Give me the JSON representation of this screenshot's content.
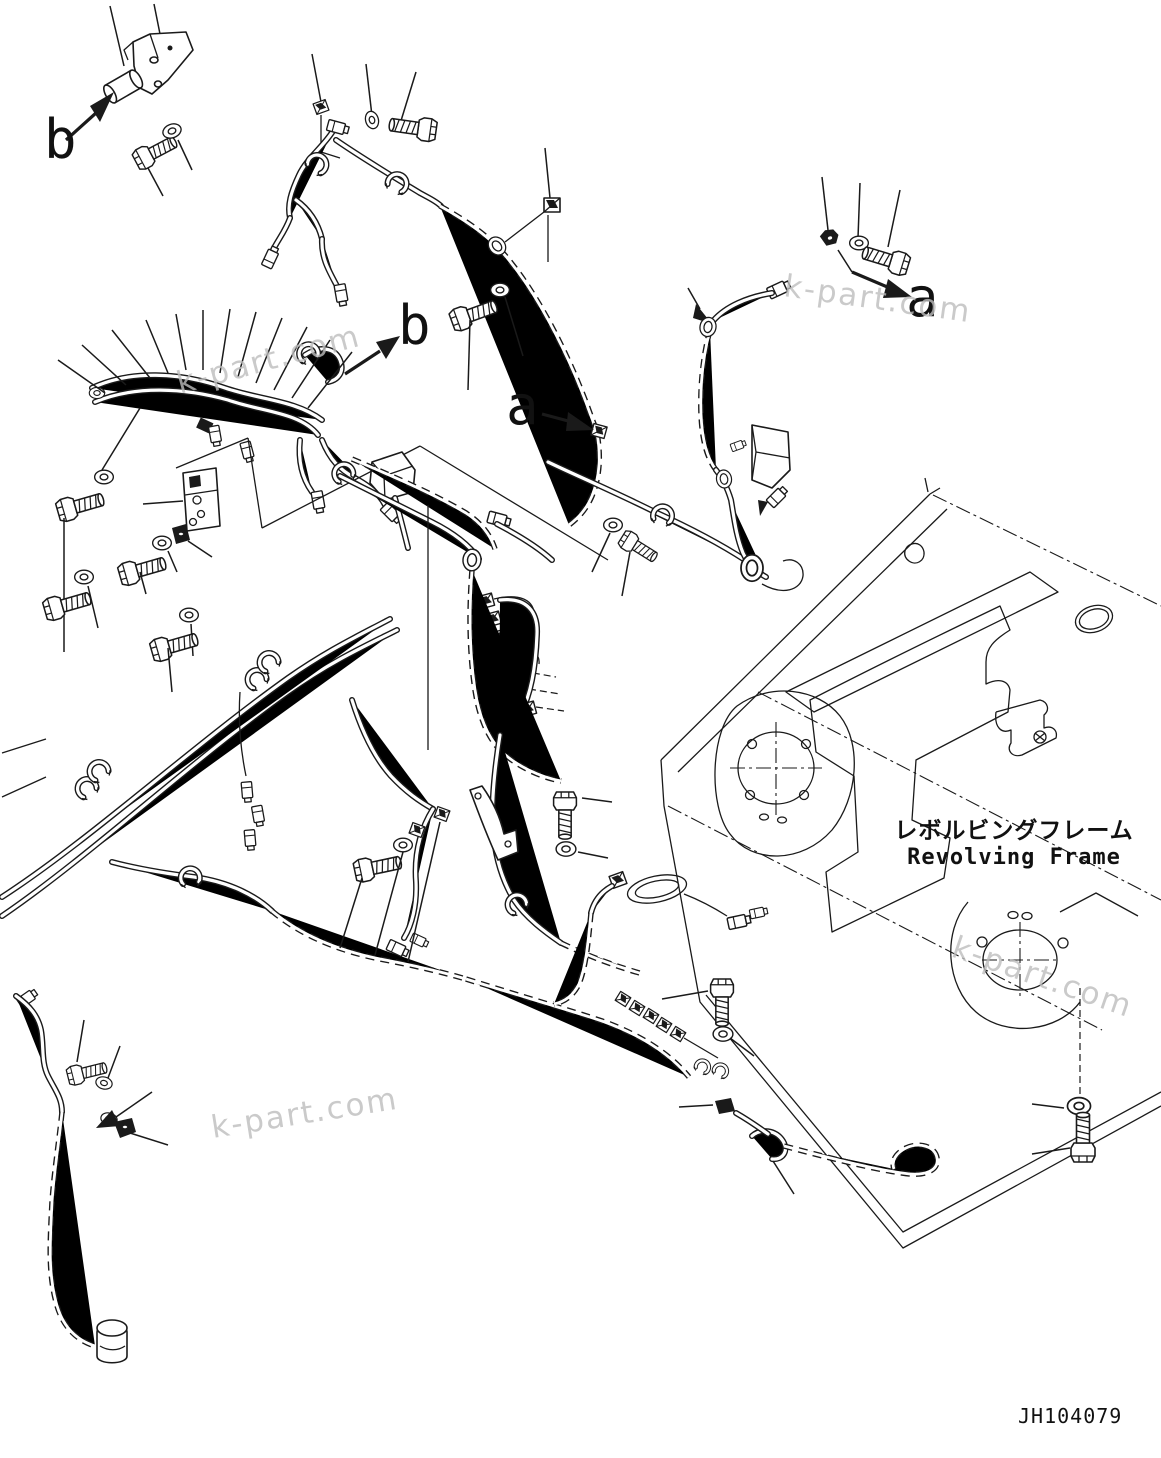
{
  "diagram": {
    "type": "exploded-parts-diagram",
    "subject": "electrical wiring harness on revolving frame",
    "frame_label_jp": "レボルビングフレーム",
    "frame_label_en": "Revolving Frame",
    "drawing_number": "JH104079",
    "watermark": "k-part.com",
    "view_labels": {
      "b_top": "b",
      "b_mid": "b",
      "a_mid": "a",
      "a_right": "a"
    },
    "colors": {
      "line": "#1a1a1a",
      "watermark": "#bdbdbd",
      "background": "#ffffff"
    }
  }
}
